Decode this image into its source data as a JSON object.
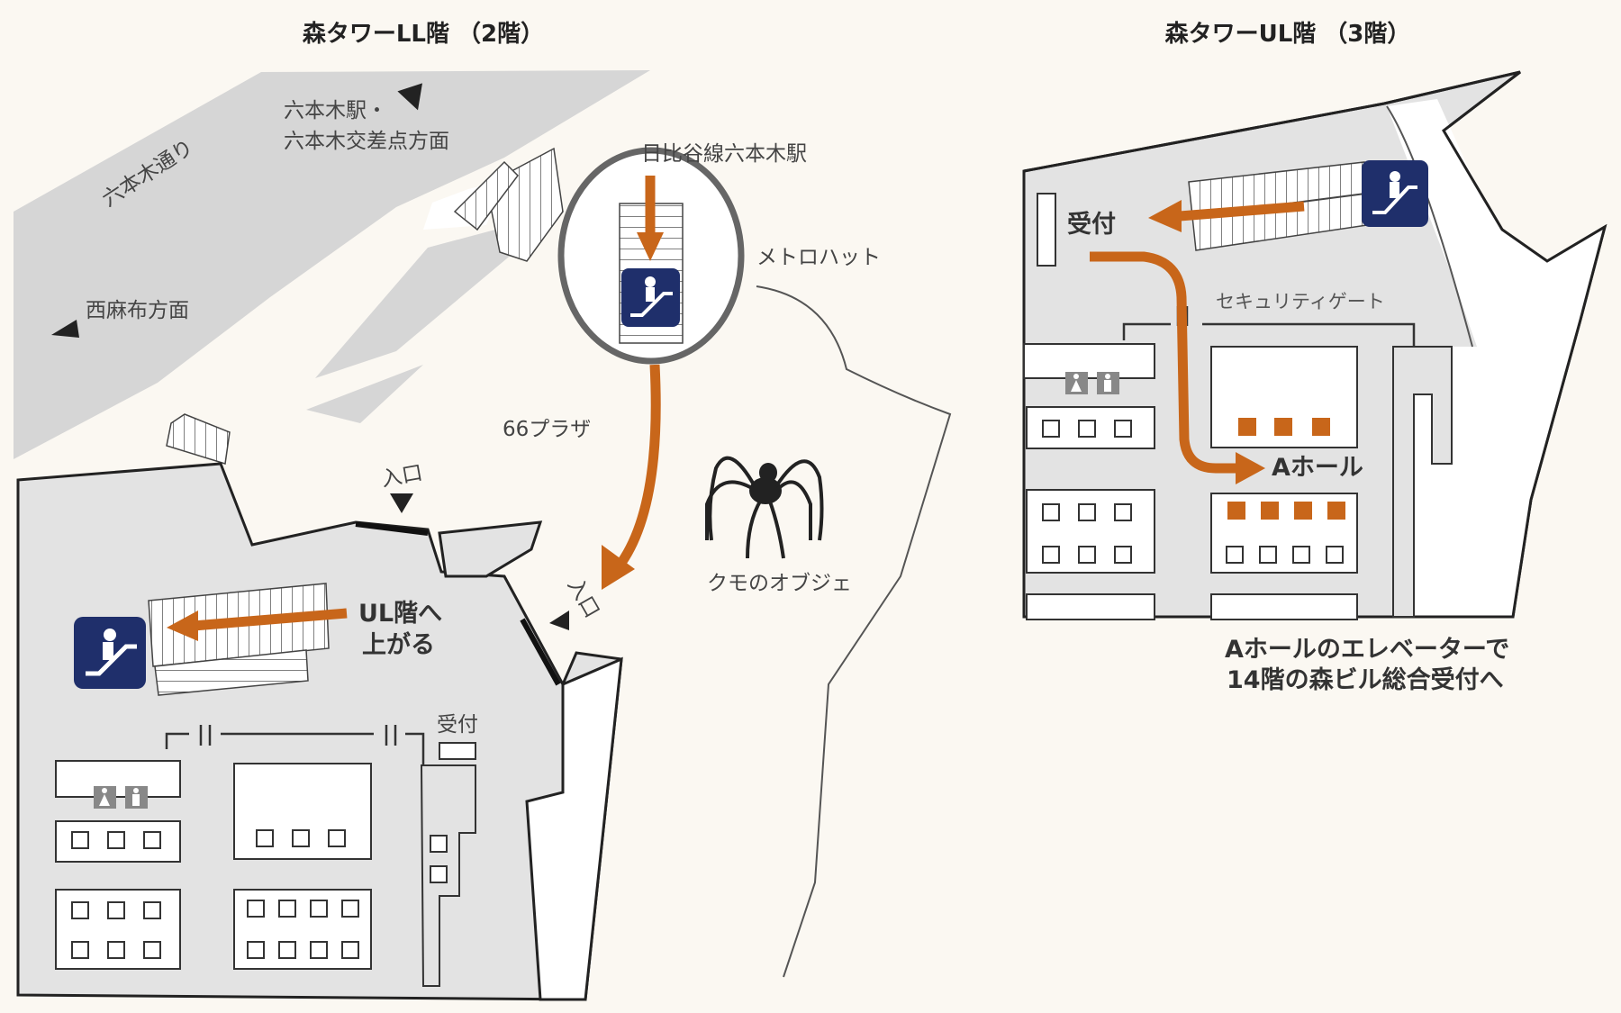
{
  "titles": {
    "ll_floor": "森タワーLL階 （2階）",
    "ul_floor": "森タワーUL階 （3階）"
  },
  "labels": {
    "roppongi_station_line1": "六本木駅・",
    "roppongi_station_line2": "六本木交差点方面",
    "roppongi_dori": "六本木通り",
    "nishiazabu": "西麻布方面",
    "hibiya_station": "日比谷線六本木駅",
    "metro_hat": "メトロハット",
    "plaza66": "66プラザ",
    "entrance_top": "入口",
    "entrance_side": "入口",
    "spider": "クモのオブジェ",
    "ul_up_line1": "UL階へ",
    "ul_up_line2": "上がる",
    "reception_ll": "受付",
    "reception_ul": "受付",
    "security_gate": "セキュリティゲート",
    "a_hall": "Aホール",
    "note_line1": "Aホールのエレベーターで",
    "note_line2": "14階の森ビル総合受付へ"
  },
  "icons": {
    "escalator": "escalator-icon",
    "restroom": "restroom-icon",
    "direction": "triangle-pointer-icon",
    "spider": "spider-sculpture-icon"
  },
  "colors": {
    "route": "#c8661a",
    "escalator_sign": "#1f2f6b",
    "building": "#e3e3e3",
    "road": "#d6d6d6"
  }
}
